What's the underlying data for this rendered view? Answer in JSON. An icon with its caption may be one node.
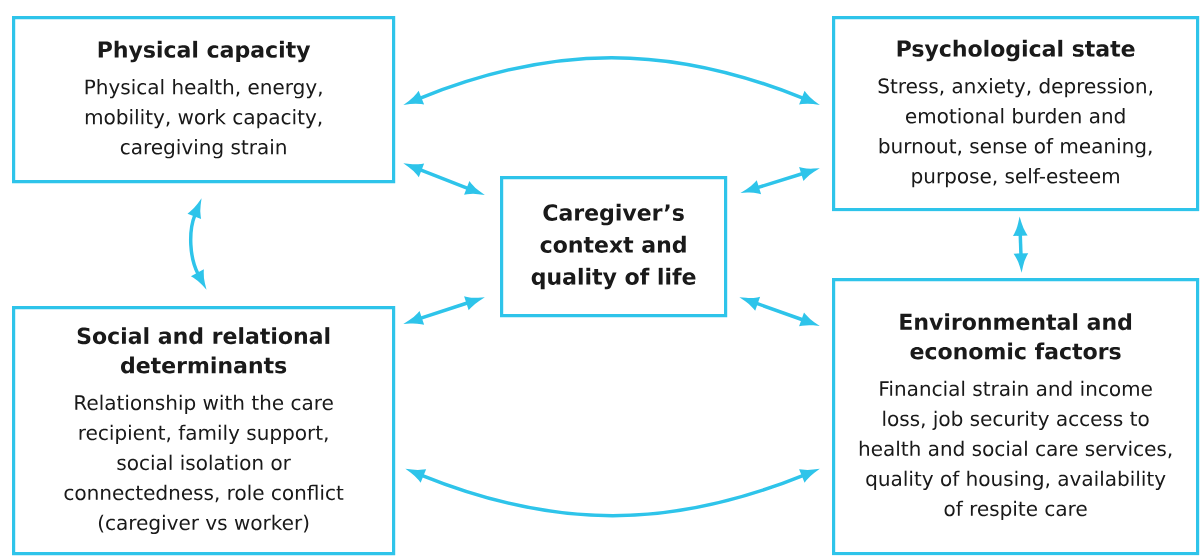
{
  "diagram": {
    "nodes": [
      {
        "text": [
          "Physical capacity",
          "Physical health, energy, mobility, work capacity, caregiving strain"
        ]
      },
      {
        "text": [
          "Psychological state",
          "Stress, anxiety, depression, emotional burden and burnout, sense of meaning, purpose, self-esteem"
        ]
      },
      {
        "text": [
          "Caregiver’s context and quality of life"
        ]
      },
      {
        "text": [
          "Social and relational determinants",
          "Relationship with the care recipient, family support, social isolation or connectedness, role conflict (caregiver vs worker)"
        ]
      },
      {
        "text": [
          "Environmental and economic factors",
          "Financial strain and income loss, job security access to health and social care services, quality of housing, availability of respite care"
        ]
      }
    ],
    "edges": [
      {
        "from": 0,
        "to": 1,
        "arrow": "both"
      },
      {
        "from": 0,
        "to": 2,
        "arrow": "both"
      },
      {
        "from": 2,
        "to": 1,
        "arrow": "both"
      },
      {
        "from": 0,
        "to": 3,
        "arrow": "both"
      },
      {
        "from": 1,
        "to": 4,
        "arrow": "both"
      },
      {
        "from": 2,
        "to": 3,
        "arrow": "both"
      },
      {
        "from": 2,
        "to": 4,
        "arrow": "both"
      },
      {
        "from": 3,
        "to": 4,
        "arrow": "both"
      }
    ]
  }
}
